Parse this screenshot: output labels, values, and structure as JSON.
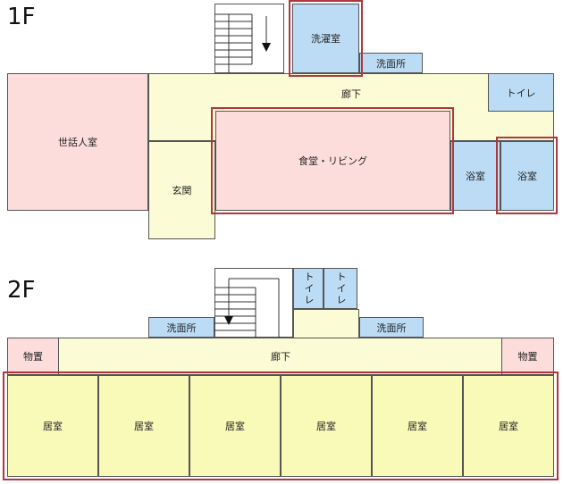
{
  "floor1": {
    "label": "1F",
    "rooms": {
      "laundry": "洗濯室",
      "washroom": "洗面所",
      "corridor": "廊下",
      "toilet": "トイレ",
      "caretaker": "世話人室",
      "dining": "食堂・リビング",
      "entrance": "玄関",
      "bath_a": "浴室",
      "bath_b": "浴室"
    }
  },
  "floor2": {
    "label": "2F",
    "rooms": {
      "toilet_a": "トイレ",
      "toilet_b": "トイレ",
      "washroom_a": "洗面所",
      "washroom_b": "洗面所",
      "storage_a": "物置",
      "storage_b": "物置",
      "corridor": "廊下",
      "bedrooms": [
        "居室",
        "居室",
        "居室",
        "居室",
        "居室",
        "居室"
      ]
    }
  },
  "colors": {
    "highlight": "#b2363c",
    "common_room": "#fddcdc",
    "corridor": "#fbfbd6",
    "bedroom": "#f9f9b8",
    "water_room": "#bcdcf5"
  }
}
